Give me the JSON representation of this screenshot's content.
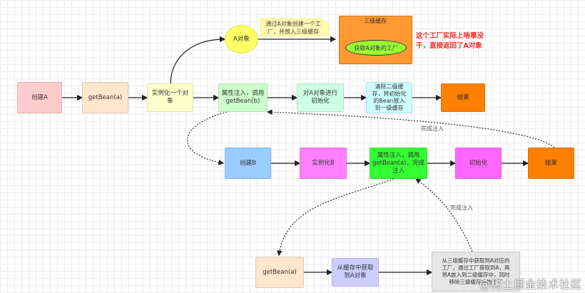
{
  "row1": {
    "create_a": "创建A",
    "getbean_a": "getBean(a)",
    "instantiate": "实例化一个对\n象",
    "inject": "属性注入，调用\ngetBean(b)",
    "init": "对A对象进行\n初始化",
    "clear": "清除二级缓\n存，将初始化\n的Bean放入\n到一级缓存",
    "end": "结束"
  },
  "top": {
    "a_object": "A对象",
    "callout": "通过A对象创建一个工\n厂，并放入三级缓存",
    "cache3_title": "三级缓存",
    "factory": "获取A对象的工厂",
    "note": "这个工厂实际上啥事没\n干，直接返回了A对象"
  },
  "row2": {
    "create_b": "创建B",
    "instantiate_b": "实例化B",
    "inject_b": "属性注入，调用\ngetBean(a)，完成\n注入",
    "init_b": "初始化",
    "end_b": "结束"
  },
  "row3": {
    "getbean_a2": "getBean(a)",
    "from_cache": "从缓存中获取\n到A对象",
    "desc": "从三级缓存中获取到A对应的\n工厂，通过工厂获取到A，再\n将A放入到二级缓存中，同时\n移除三级缓存中的工厂"
  },
  "edges": {
    "done_inject_1": "完成注入",
    "done_inject_2": "完成注入"
  },
  "watermark": "@稀土掘金技术社区",
  "colors": {
    "pink": "#ffcccc",
    "peach": "#ffe6cc",
    "yellow": "#ffffcc",
    "mint": "#ccffcc",
    "mint2": "#ccffe6",
    "cyan": "#ccffff",
    "orange": "#ff8000",
    "blue": "#99ccff",
    "magenta": "#ff80ff",
    "green": "#33ff33",
    "gray": "#e6e6e6"
  }
}
